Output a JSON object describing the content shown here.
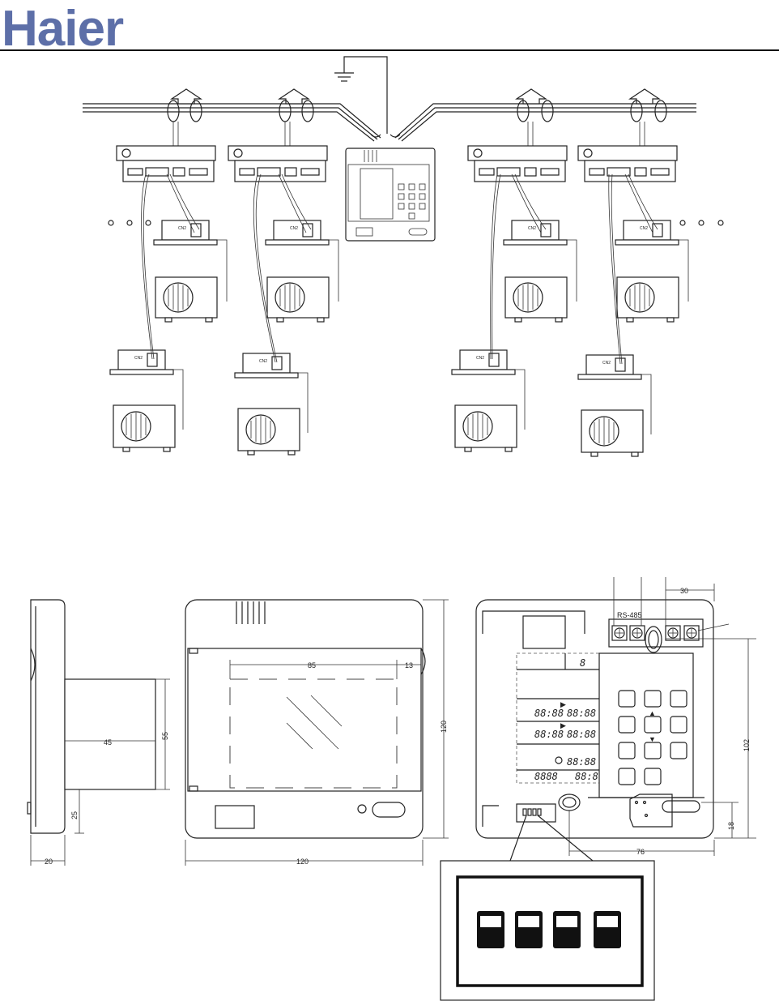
{
  "brand": {
    "logo_text": "Haier",
    "logo_color": "#5d6fa8"
  },
  "wiring": {
    "indoor_unit_labels": [
      "CN2",
      "CN2",
      "CN2",
      "CN2",
      "CN2",
      "CN2",
      "CN2",
      "CN2"
    ]
  },
  "dimensions": {
    "side_width": "20",
    "side_depth": "45",
    "side_height_upper": "55",
    "side_height_lower": "25",
    "front_width": "120",
    "front_height": "120",
    "window_width": "85",
    "window_margin": "13",
    "back_terminal_spacing": "30",
    "back_height": "102",
    "back_lower_offset": "18",
    "back_width_offset": "76",
    "terminal_label": "RS-485"
  },
  "display": {
    "seg_row1": "8",
    "seg_row2a": "88:88",
    "seg_row2b": "88:88",
    "seg_row3a": "88:88",
    "seg_row3b": "88:88",
    "seg_row4": "88:88",
    "seg_row5a": "8888",
    "seg_row5b": "88:8"
  }
}
